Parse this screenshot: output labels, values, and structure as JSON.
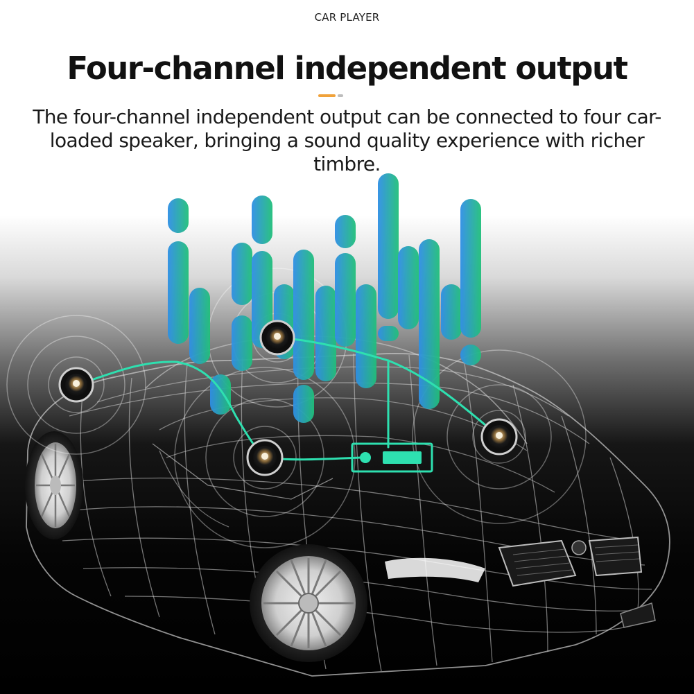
{
  "header": {
    "brand": "CAR PLAYER",
    "title": "Four-channel independent output",
    "description": "The four-channel independent output can be connected to four car-loaded speaker, bringing a sound quality experience with richer timbre."
  },
  "colors": {
    "title_bar_orange": "#f0a23a",
    "title_bar_gray": "#bdbdbd",
    "bars_gradient_start": "#2f8fe6",
    "bars_gradient_end": "#21c07a",
    "connection_line": "#2ee0b0"
  },
  "icons": {
    "speaker": "speaker-icon",
    "head_unit": "head-unit-icon",
    "car": "wireframe-car-icon"
  }
}
